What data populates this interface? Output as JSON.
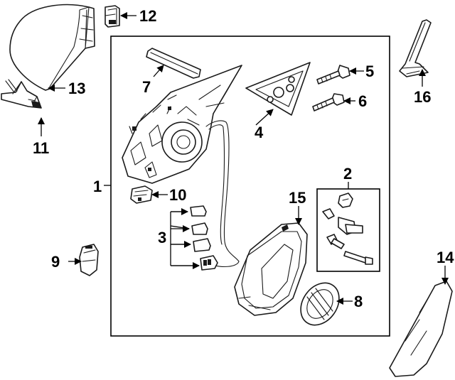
{
  "callouts": [
    {
      "id": "1",
      "text": "1"
    },
    {
      "id": "2",
      "text": "2"
    },
    {
      "id": "3",
      "text": "3"
    },
    {
      "id": "4",
      "text": "4"
    },
    {
      "id": "5",
      "text": "5"
    },
    {
      "id": "6",
      "text": "6"
    },
    {
      "id": "7",
      "text": "7"
    },
    {
      "id": "8",
      "text": "8"
    },
    {
      "id": "9",
      "text": "9"
    },
    {
      "id": "10",
      "text": "10"
    },
    {
      "id": "11",
      "text": "11"
    },
    {
      "id": "12",
      "text": "12"
    },
    {
      "id": "13",
      "text": "13"
    },
    {
      "id": "14",
      "text": "14"
    },
    {
      "id": "15",
      "text": "15"
    },
    {
      "id": "16",
      "text": "16"
    }
  ],
  "colors": {
    "line": "#1a1a1a",
    "background": "#ffffff",
    "fill_gray": "#e4e4e4"
  }
}
